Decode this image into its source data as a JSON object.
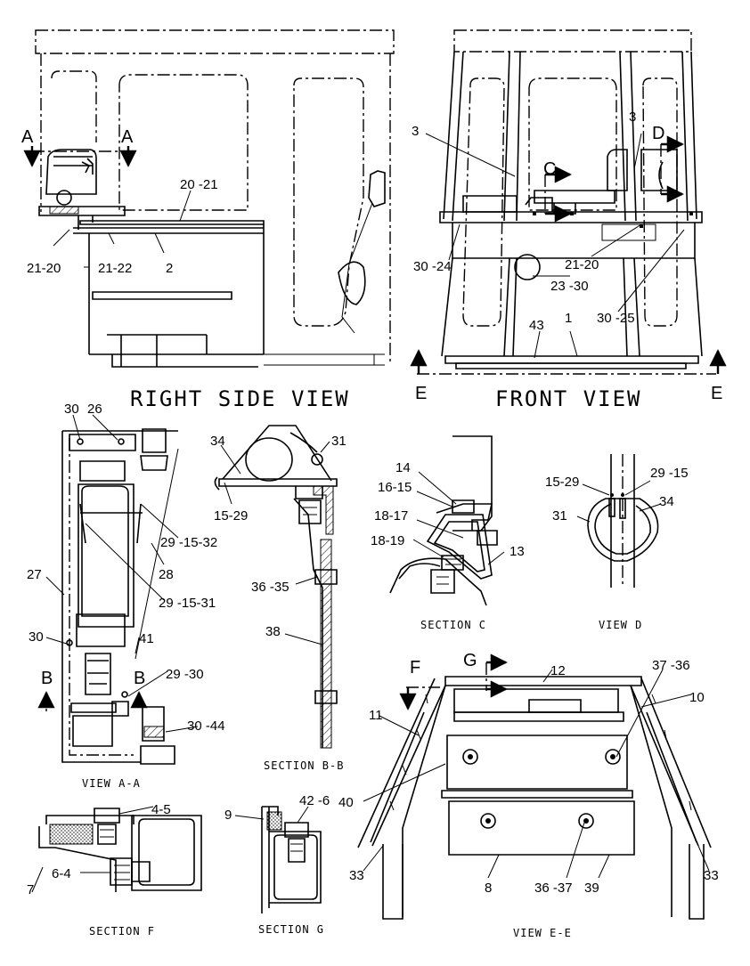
{
  "views": {
    "right_side": "RIGHT  SIDE  VIEW",
    "front": "FRONT  VIEW",
    "view_aa": "VIEW  A-A",
    "section_bb": "SECTION  B-B",
    "section_c": "SECTION  C",
    "view_d": "VIEW  D",
    "view_ee": "VIEW  E-E",
    "section_f": "SECTION  F",
    "section_g": "SECTION  G"
  },
  "section_letters": {
    "a": "A",
    "b": "B",
    "c": "C",
    "d": "D",
    "e": "E",
    "f": "F",
    "g": "G"
  },
  "callouts": {
    "rs_20_21": "20 -21",
    "rs_21_20": "21-20",
    "rs_21_22": "21-22",
    "rs_2": "2",
    "fv_3a": "3",
    "fv_3b": "3",
    "fv_30_24": "30 -24",
    "fv_21_20": "21-20",
    "fv_23_30": "23 -30",
    "fv_30_25": "30 -25",
    "fv_43": "43",
    "fv_1": "1",
    "aa_30a": "30",
    "aa_26": "26",
    "aa_29_15_32": "29 -15-32",
    "aa_28": "28",
    "aa_27": "27",
    "aa_29_15_31": "29 -15-31",
    "aa_30b": "30",
    "aa_41": "41",
    "aa_29_30": "29 -30",
    "aa_30_44": "30 -44",
    "bb_34": "34",
    "bb_31": "31",
    "bb_15_29": "15-29",
    "bb_36_35": "36 -35",
    "bb_38": "38",
    "c_14": "14",
    "c_16_15": "16-15",
    "c_18_17": "18-17",
    "c_18_19": "18-19",
    "c_13": "13",
    "d_15_29": "15-29",
    "d_29_15": "29 -15",
    "d_34": "34",
    "d_31": "31",
    "ee_12": "12",
    "ee_37_36": "37 -36",
    "ee_10": "10",
    "ee_11": "11",
    "ee_40": "40",
    "ee_33a": "33",
    "ee_33b": "33",
    "ee_8": "8",
    "ee_36_37": "36 -37",
    "ee_39": "39",
    "f_4_5": "4-5",
    "f_7": "7",
    "f_6_4": "6-4",
    "g_9": "9",
    "g_42_6": "42 -6"
  }
}
